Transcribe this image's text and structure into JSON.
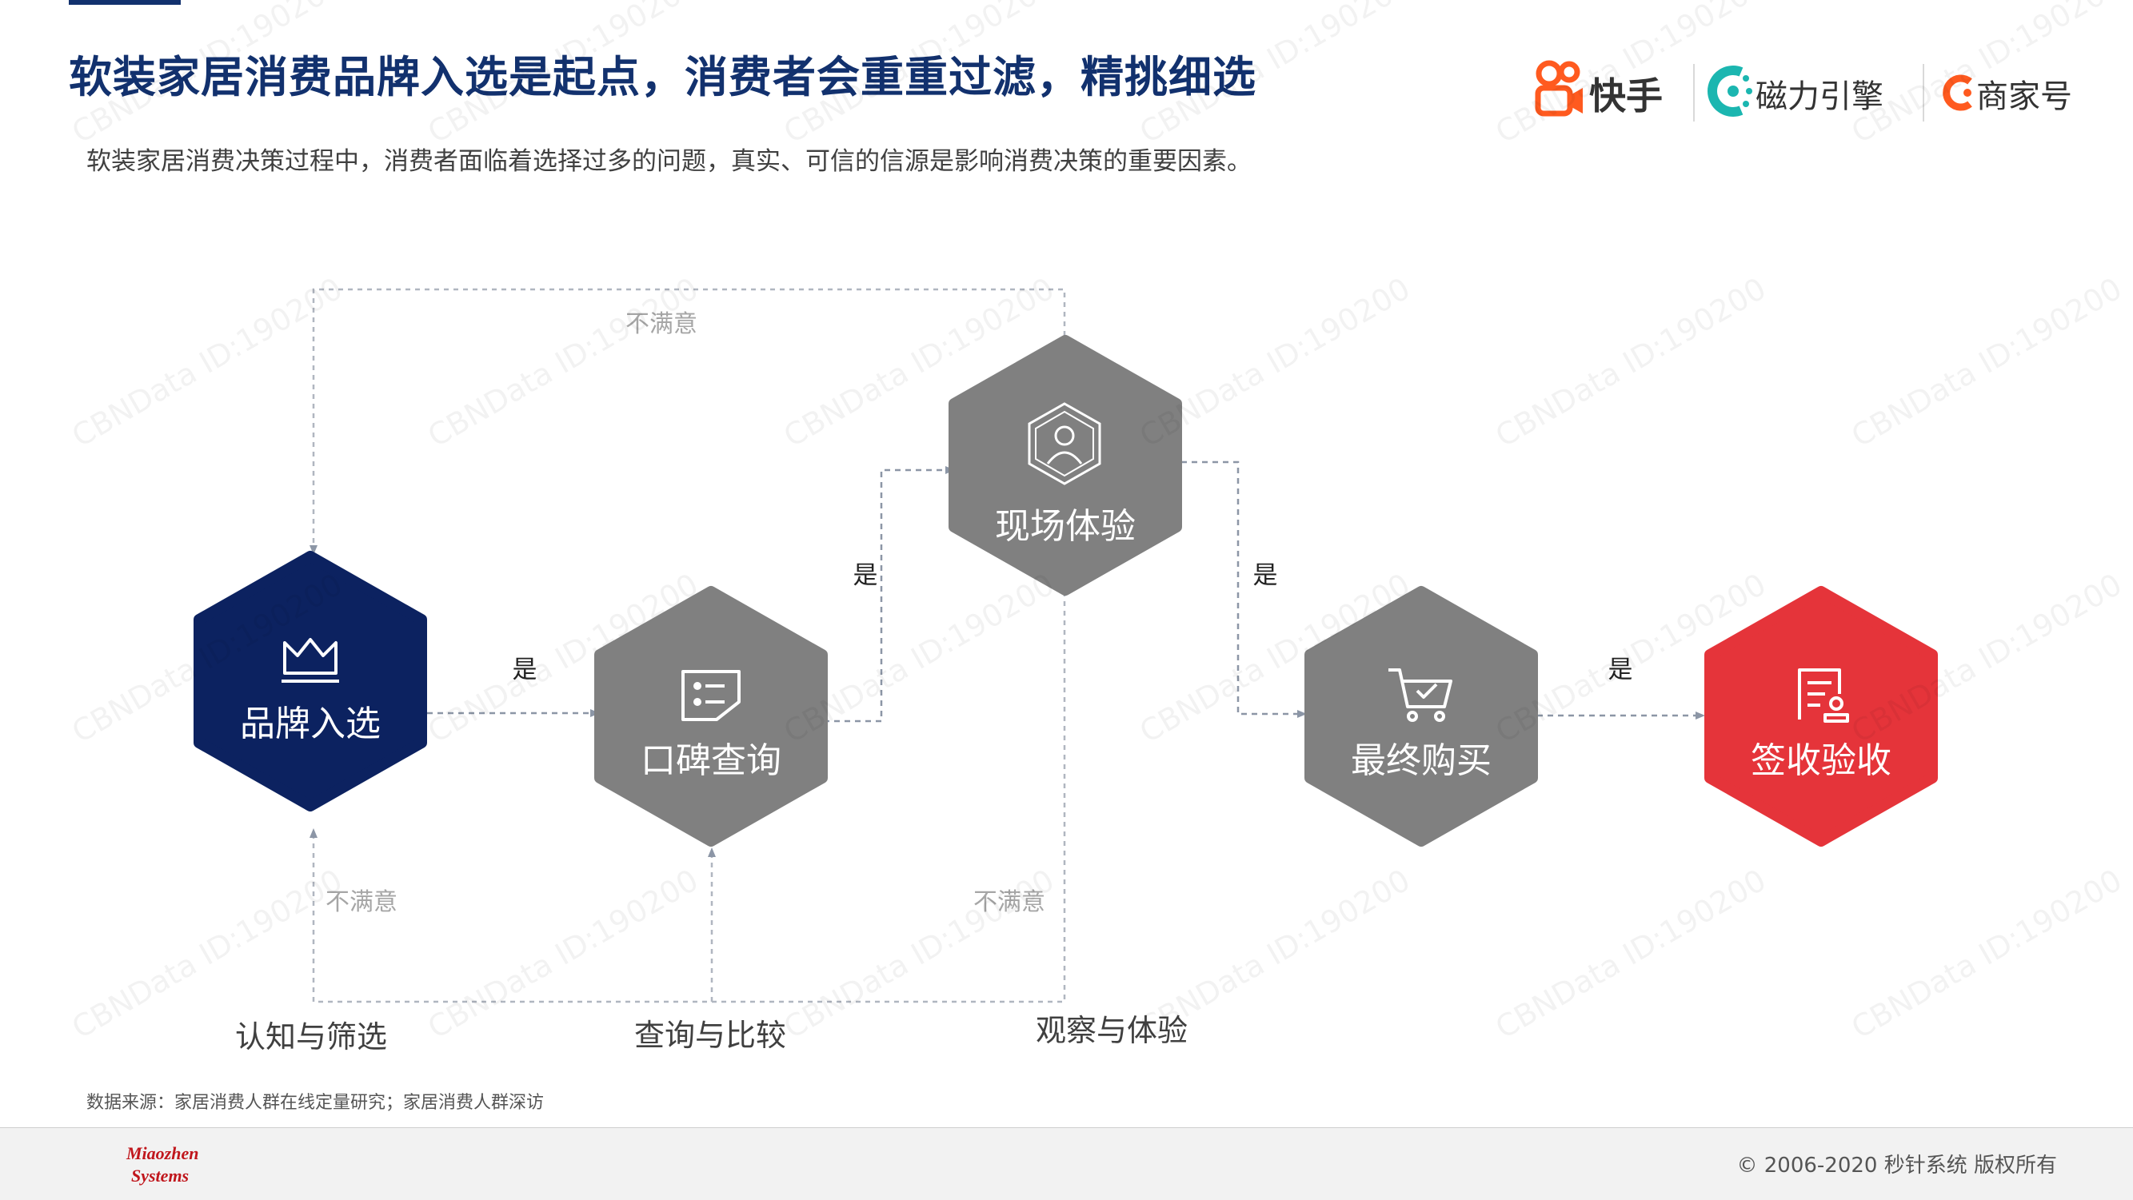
{
  "header": {
    "title": "软装家居消费品牌入选是起点，消费者会重重过滤，精挑细选",
    "subtitle": "软装家居消费决策过程中，消费者面临着选择过多的问题，真实、可信的信源是影响消费决策的重要因素。"
  },
  "logos": {
    "kuaishou": "快手",
    "cili": "磁力引擎",
    "shangjia": "商家号"
  },
  "flow": {
    "nodes": [
      {
        "id": "brand",
        "label": "品牌入选",
        "icon": "crown-icon",
        "color": "#0c2260"
      },
      {
        "id": "wom",
        "label": "口碑查询",
        "icon": "chat-list-icon",
        "color": "#808080"
      },
      {
        "id": "onsite",
        "label": "现场体验",
        "icon": "person-cube-icon",
        "color": "#808080"
      },
      {
        "id": "purchase",
        "label": "最终购买",
        "icon": "shopping-cart-icon",
        "color": "#808080"
      },
      {
        "id": "receipt",
        "label": "签收验收",
        "icon": "document-stamp-icon",
        "color": "#e5343a"
      }
    ],
    "yes_label": "是",
    "unsatisfied_label": "不满意",
    "stages": [
      "认知与筛选",
      "查询与比较",
      "观察与体验"
    ]
  },
  "colors": {
    "title": "#12316e",
    "accent": "#12316e",
    "connector": "#8c96a6",
    "kuaishou_orange": "#ff5a1f",
    "cili_teal": "#1bb6b0"
  },
  "source_note": "数据来源：家居消费人群在线定量研究；家居消费人群深访",
  "footer": {
    "brand_line1": "Miaozhen",
    "brand_line2": "Systems",
    "copyright": "© 2006-2020 秒针系统 版权所有"
  },
  "watermark": "CBNData ID:190200"
}
